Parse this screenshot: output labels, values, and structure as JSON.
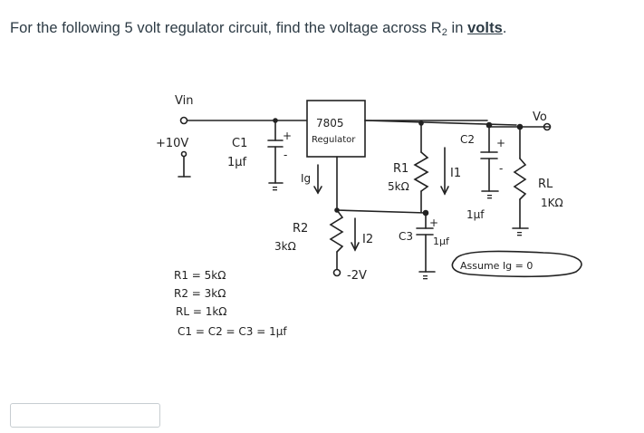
{
  "question": {
    "prefix": "For the following 5 volt regulator circuit, find the voltage across R",
    "subscript": "2",
    "middle": " in ",
    "emphasis": "volts",
    "suffix": "."
  },
  "circuit": {
    "vin_label": "Vin",
    "vin_value": "+10V",
    "vo_label": "Vo",
    "regulator_line1": "7805",
    "regulator_line2": "Regulator",
    "c1_label": "C1",
    "c1_value": "1μf",
    "c2_label": "C2",
    "c2_value": "1μf",
    "c3_label": "C3",
    "c3_value": "1μf",
    "r1_label": "R1",
    "r1_value": "5kΩ",
    "r2_label": "R2",
    "r2_value": "3kΩ",
    "rl_label": "RL",
    "rl_value": "1KΩ",
    "ig_label": "Ig",
    "i1_label": "I1",
    "i2_label": "I2",
    "neg_supply": "-2V",
    "plus": "+",
    "minus": "-",
    "note": "Assume Ig = 0",
    "given": [
      "R1 = 5kΩ",
      "R2 = 3kΩ",
      "RL = 1kΩ",
      "C1 = C2 = C3 = 1μf"
    ]
  },
  "answer": {
    "value": "",
    "placeholder": ""
  }
}
